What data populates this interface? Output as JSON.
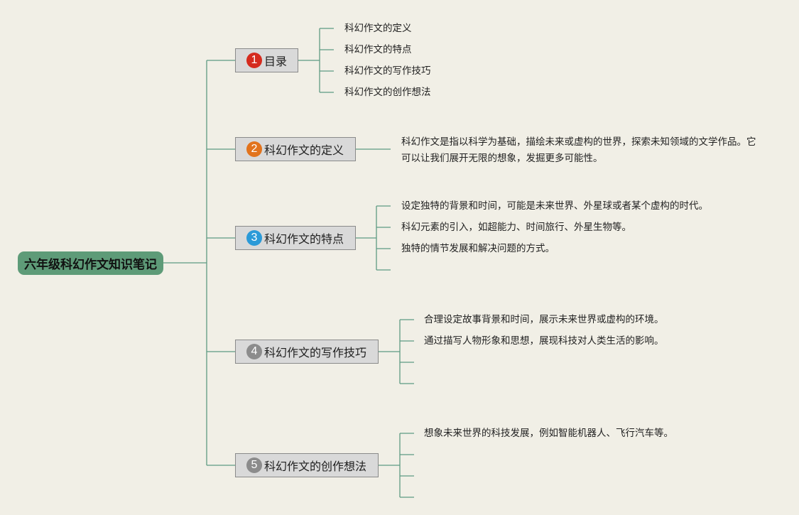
{
  "root": {
    "label": "六年级科幻作文知识笔记"
  },
  "branches": [
    {
      "number": "1",
      "badge_color": "#d52b1e",
      "label": "目录",
      "items": [
        "科幻作文的定义",
        "科幻作文的特点",
        "科幻作文的写作技巧",
        "科幻作文的创作想法"
      ]
    },
    {
      "number": "2",
      "badge_color": "#e2731d",
      "label": "科幻作文的定义",
      "paragraph": "科幻作文是指以科学为基础，描绘未来或虚构的世界，探索未知领域的文学作品。它可以让我们展开无限的想象，发掘更多可能性。"
    },
    {
      "number": "3",
      "badge_color": "#2b9ad8",
      "label": "科幻作文的特点",
      "items": [
        "设定独特的背景和时间，可能是未来世界、外星球或者某个虚构的时代。",
        "科幻元素的引入，如超能力、时间旅行、外星生物等。",
        "独特的情节发展和解决问题的方式。",
        ""
      ]
    },
    {
      "number": "4",
      "badge_color": "#8c8c8c",
      "label": "科幻作文的写作技巧",
      "items": [
        "合理设定故事背景和时间，展示未来世界或虚构的环境。",
        "通过描写人物形象和思想，展现科技对人类生活的影响。",
        "",
        ""
      ]
    },
    {
      "number": "5",
      "badge_color": "#8c8c8c",
      "label": "科幻作文的创作想法",
      "items": [
        "想象未来世界的科技发展，例如智能机器人、飞行汽车等。",
        "",
        "",
        ""
      ]
    }
  ],
  "colors": {
    "line": "#5e9b82",
    "root_fill": "#5e9b78",
    "background": "#f1efe6",
    "topic_fill": "#d9d9d9"
  }
}
